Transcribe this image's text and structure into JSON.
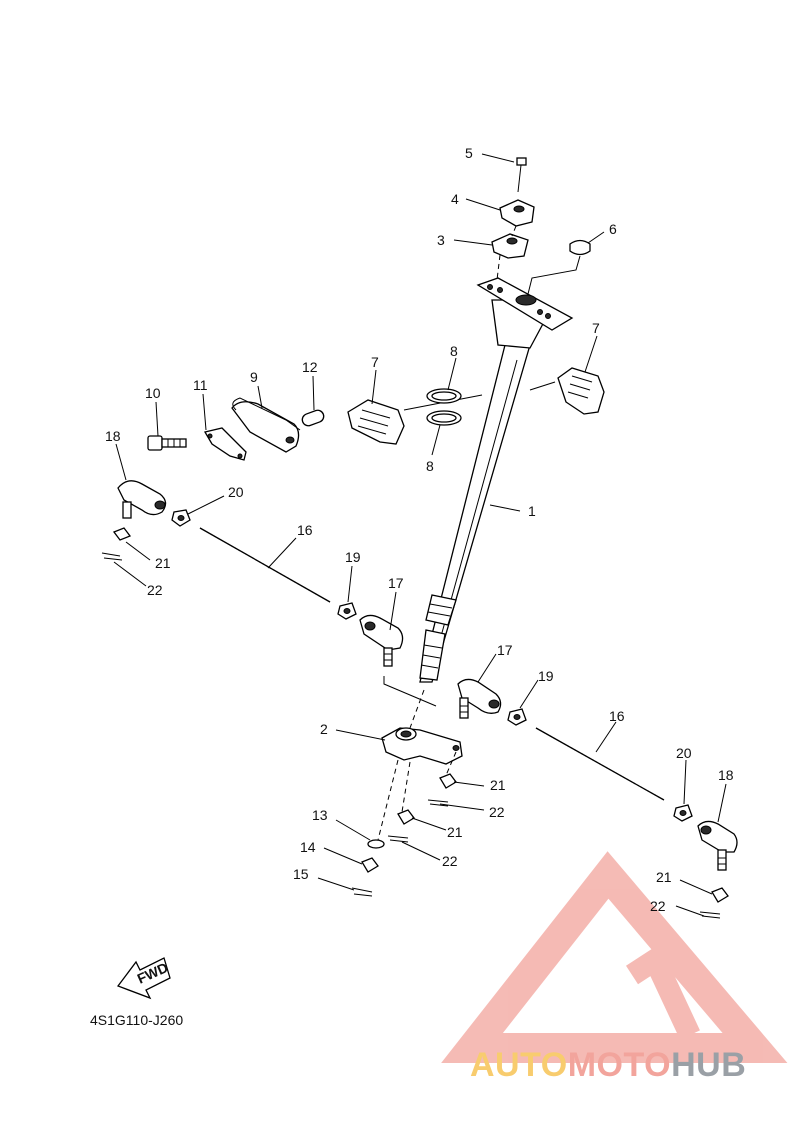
{
  "diagram": {
    "code": "4S1G110-J260",
    "fwd_label": "FWD"
  },
  "callouts": [
    {
      "id": "c1",
      "text": "1"
    },
    {
      "id": "c2",
      "text": "2"
    },
    {
      "id": "c3",
      "text": "3"
    },
    {
      "id": "c4",
      "text": "4"
    },
    {
      "id": "c5",
      "text": "5"
    },
    {
      "id": "c6",
      "text": "6"
    },
    {
      "id": "c7a",
      "text": "7"
    },
    {
      "id": "c7b",
      "text": "7"
    },
    {
      "id": "c8a",
      "text": "8"
    },
    {
      "id": "c8b",
      "text": "8"
    },
    {
      "id": "c9",
      "text": "9"
    },
    {
      "id": "c10",
      "text": "10"
    },
    {
      "id": "c11",
      "text": "11"
    },
    {
      "id": "c12",
      "text": "12"
    },
    {
      "id": "c13",
      "text": "13"
    },
    {
      "id": "c14",
      "text": "14"
    },
    {
      "id": "c15",
      "text": "15"
    },
    {
      "id": "c16a",
      "text": "16"
    },
    {
      "id": "c16b",
      "text": "16"
    },
    {
      "id": "c17a",
      "text": "17"
    },
    {
      "id": "c17b",
      "text": "17"
    },
    {
      "id": "c18a",
      "text": "18"
    },
    {
      "id": "c18b",
      "text": "18"
    },
    {
      "id": "c19a",
      "text": "19"
    },
    {
      "id": "c19b",
      "text": "19"
    },
    {
      "id": "c20a",
      "text": "20"
    },
    {
      "id": "c20b",
      "text": "20"
    },
    {
      "id": "c21a",
      "text": "21"
    },
    {
      "id": "c21b",
      "text": "21"
    },
    {
      "id": "c21c",
      "text": "21"
    },
    {
      "id": "c21d",
      "text": "21"
    },
    {
      "id": "c22a",
      "text": "22"
    },
    {
      "id": "c22b",
      "text": "22"
    },
    {
      "id": "c22c",
      "text": "22"
    },
    {
      "id": "c22d",
      "text": "22"
    }
  ],
  "watermark": {
    "part1": "AUTO",
    "part2": "MOTO",
    "part3": "HUB",
    "colors": {
      "auto": "#f8cc6e",
      "moto": "#f2a49c",
      "hub": "#9aa0a6",
      "logo": "#f2a49c"
    }
  }
}
